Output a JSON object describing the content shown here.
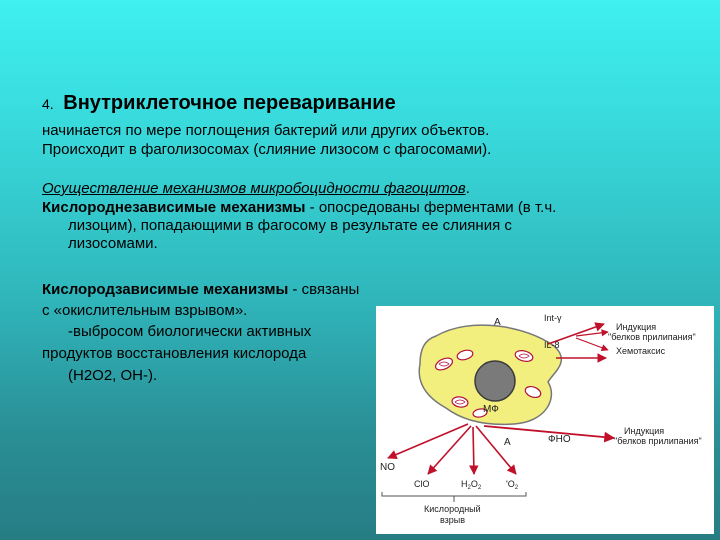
{
  "slide": {
    "title_number": "4.",
    "title": "Внутриклеточное переваривание",
    "intro_lines": [
      "начинается по мере поглощения бактерий или других объектов.",
      "Происходит в фаголизосомах (слияние лизосом с фагосомами)."
    ],
    "subtitle": "Осуществление механизмов микробоцидности фагоцитов",
    "subtitle_tail": ".",
    "o2_independent": {
      "term": "Кислороднезависимые механизмы",
      "line1_rest": " - опосредованы  ферментами (в т.ч.",
      "line2": "лизоцим), попадающими в фагосому в результате ее слияния с",
      "line3": "лизосомами."
    },
    "o2_dependent": {
      "term": "Кислородзависимые механизмы",
      "line1_rest": " - связаны",
      "line2": "с «окислительным взрывом».",
      "line3": "-выбросом биологически активных",
      "line4": "продуктов восстановления кислорода",
      "line5": "(Н2О2, ОН-)."
    }
  },
  "figure": {
    "cell_label": "МФ",
    "label_a_top": "А",
    "label_a_bottom": "А",
    "label_int": "Int-γ",
    "label_il": "IL-8",
    "label_fno": "ФНО",
    "induction_top_1": "Индукция",
    "induction_top_2": "\"белков прилипания\"",
    "chemotaxis": "Хемотаксис",
    "induction_bottom_1": "Индукция",
    "induction_bottom_2": "\"белков прилипания\"",
    "label_no": "NO",
    "label_clo": "ClO",
    "label_h2o2_h": "H",
    "label_h2o2_sub1": "2",
    "label_h2o2_o": "O",
    "label_h2o2_sub2": "2",
    "label_o2_o": "O",
    "label_o2_sub": "2",
    "label_o2_dot": "'",
    "burst_1": "Кислородный",
    "burst_2": "взрыв",
    "colors": {
      "arrow": "#c0102a",
      "cell_fill": "#f3ef7e",
      "nucleus": "#777777"
    }
  }
}
